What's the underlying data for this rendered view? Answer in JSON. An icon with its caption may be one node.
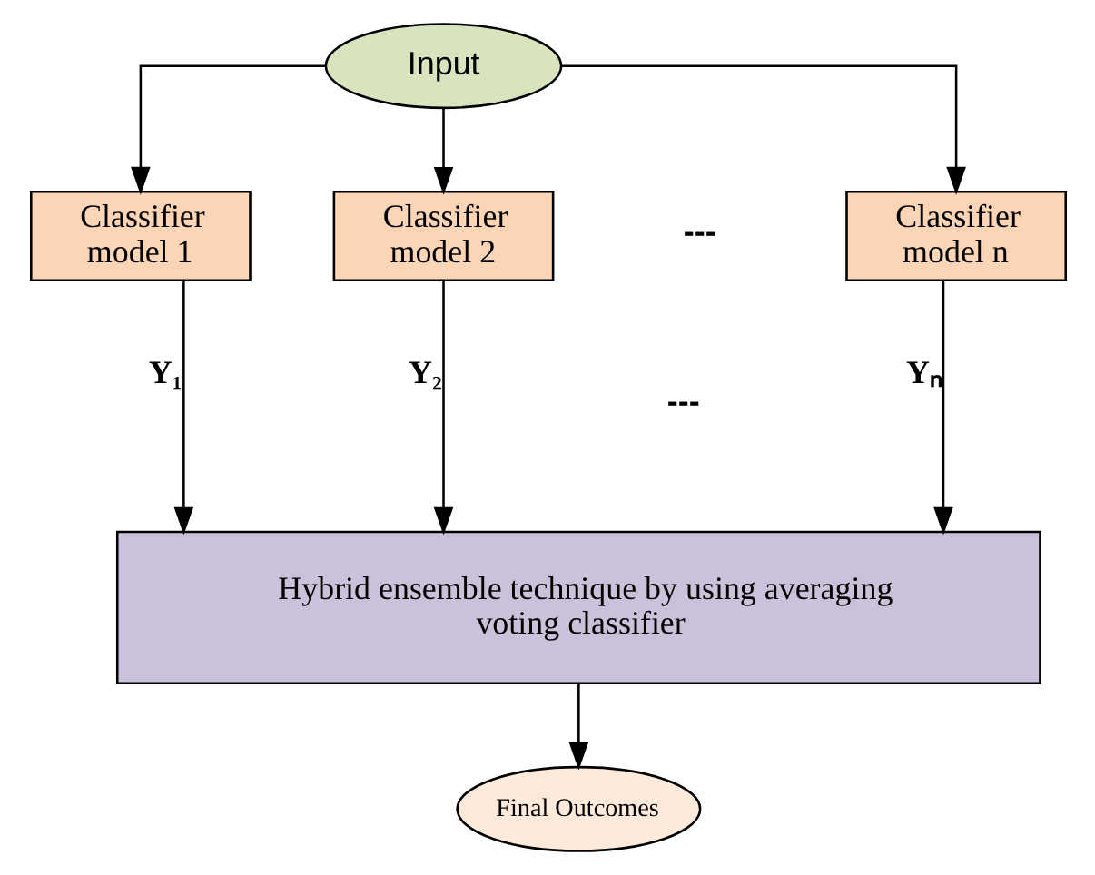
{
  "diagram": {
    "nodes": [
      {
        "text": [
          "Input"
        ]
      },
      {
        "text": [
          "Classifier model 1"
        ]
      },
      {
        "text": [
          "Classifier model 2"
        ]
      },
      {
        "text": [
          "Classifier model n"
        ]
      },
      {
        "text": [
          "Hybrid ensemble technique by using averaging voting classifier"
        ]
      },
      {
        "text": [
          "Final Outcomes"
        ]
      }
    ],
    "edges": [
      {
        "from": 0,
        "to": 1,
        "arrow": "to"
      },
      {
        "from": 0,
        "to": 2,
        "arrow": "to"
      },
      {
        "from": 0,
        "to": 3,
        "arrow": "to"
      },
      {
        "from": 1,
        "to": 4,
        "arrow": "to",
        "label": "Y₁"
      },
      {
        "from": 2,
        "to": 4,
        "arrow": "to",
        "label": "Y₂"
      },
      {
        "from": 3,
        "to": 4,
        "arrow": "to",
        "label": "Yₙ"
      },
      {
        "from": 4,
        "to": 5,
        "arrow": "to"
      }
    ],
    "labels": [
      "---",
      "---"
    ]
  }
}
